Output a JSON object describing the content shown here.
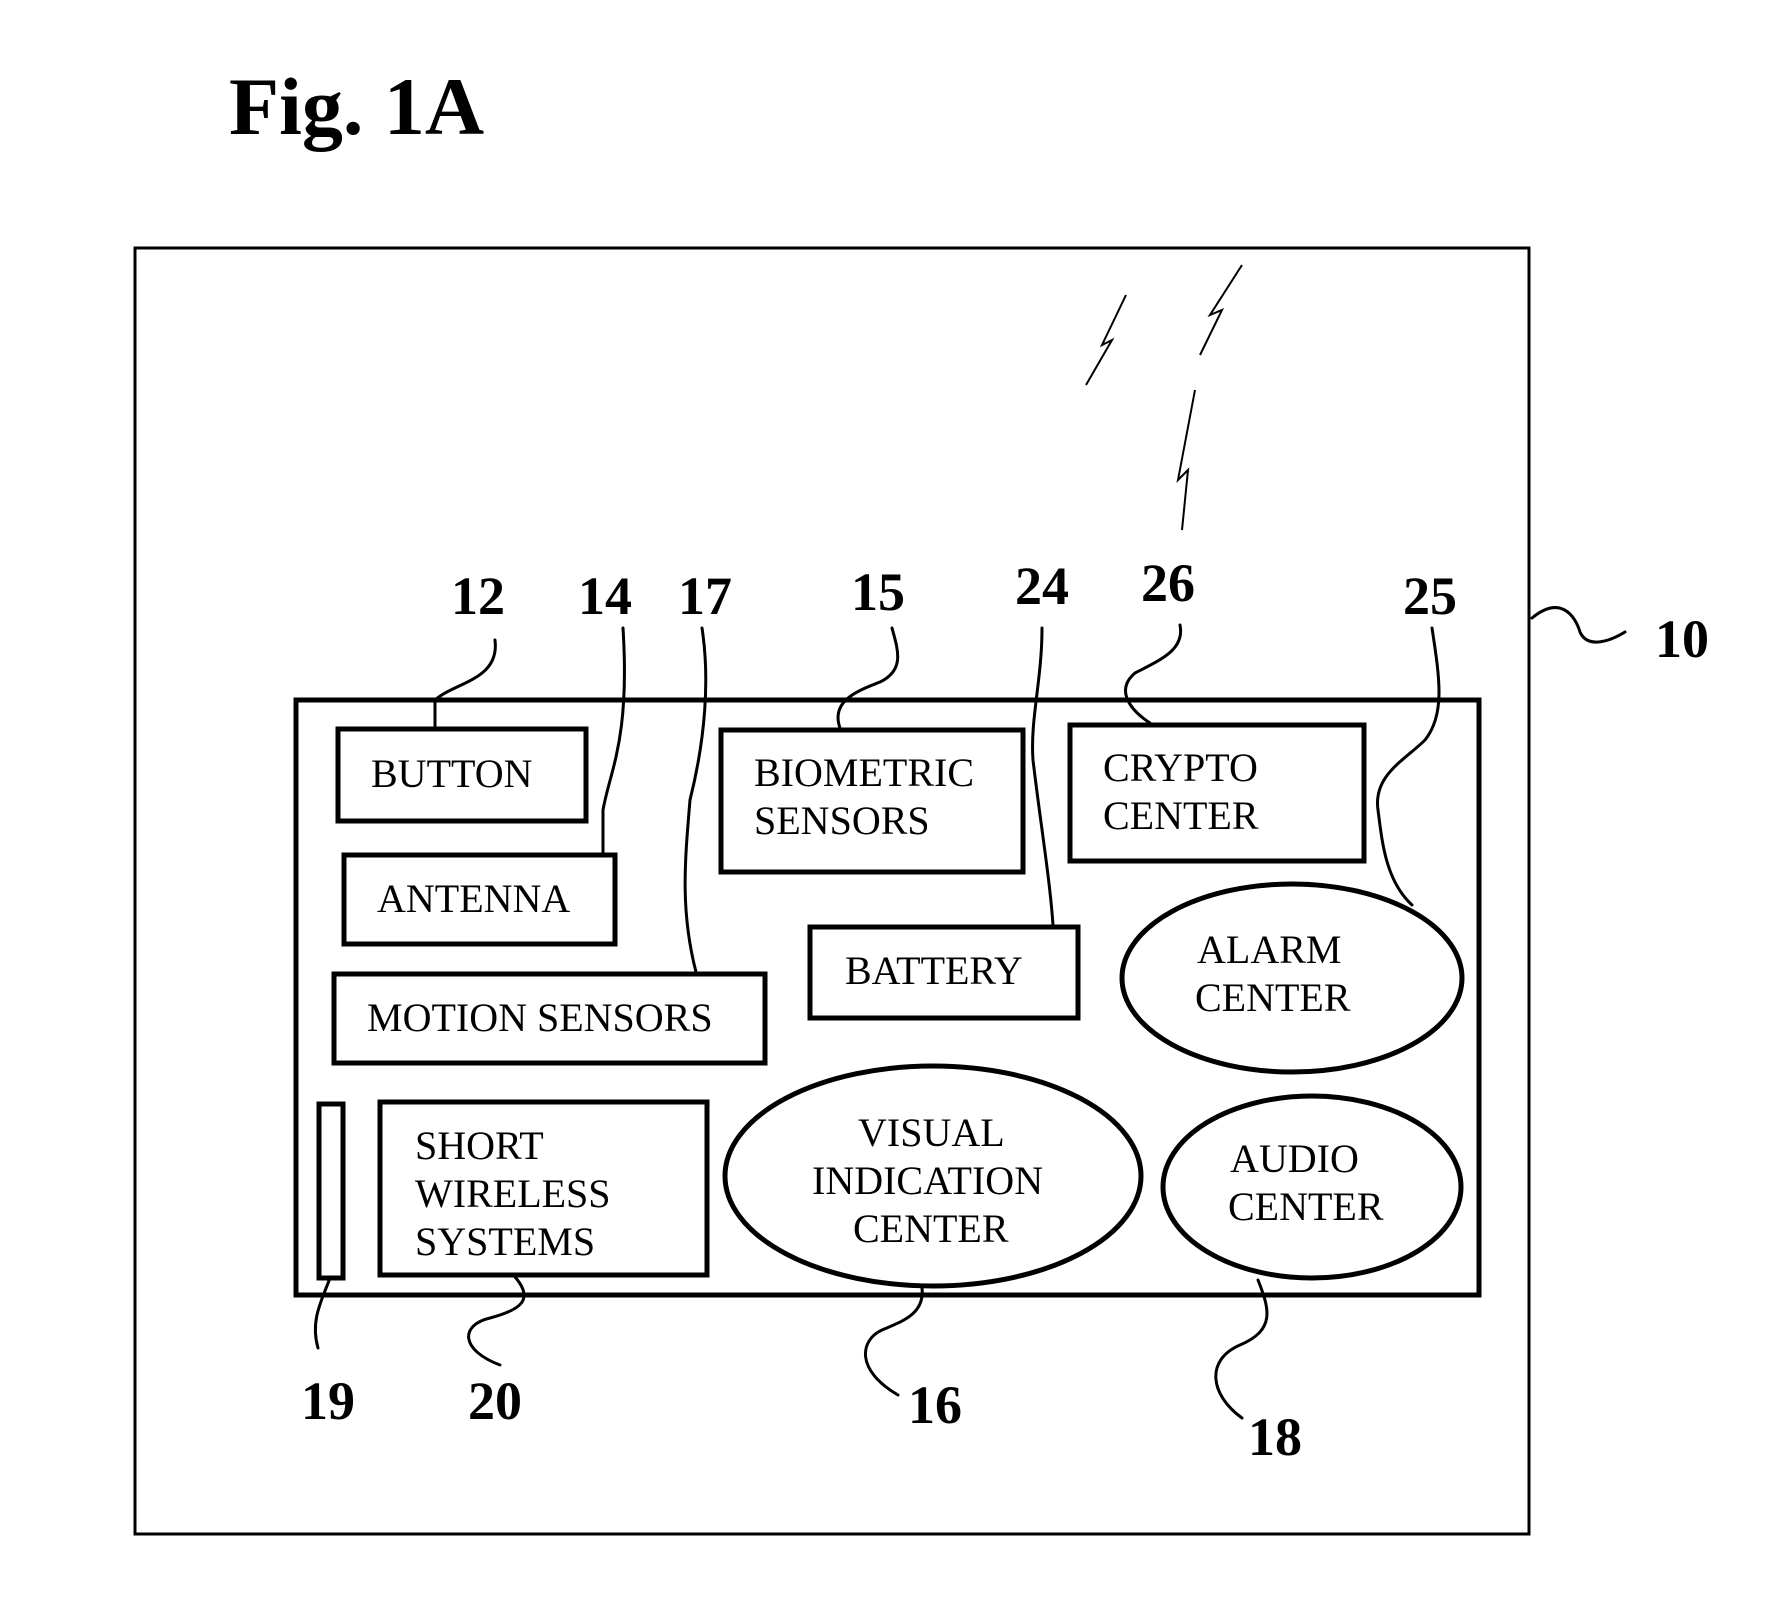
{
  "figure": {
    "title": "Fig. 1A"
  },
  "refs": {
    "device": "10",
    "button": "12",
    "antenna": "14",
    "biometric": "15",
    "visual": "16",
    "motion": "17",
    "audio": "18",
    "strip": "19",
    "short_wireless": "20",
    "battery": "24",
    "alarm": "25",
    "crypto": "26"
  },
  "components": {
    "button": {
      "lines": [
        "BUTTON"
      ]
    },
    "antenna": {
      "lines": [
        "ANTENNA"
      ]
    },
    "motion_sensors": {
      "lines": [
        "MOTION SENSORS"
      ]
    },
    "biometric_sensors": {
      "lines": [
        "BIOMETRIC",
        "SENSORS"
      ]
    },
    "crypto_center": {
      "lines": [
        "CRYPTO",
        "CENTER"
      ]
    },
    "battery": {
      "lines": [
        "BATTERY"
      ]
    },
    "alarm_center": {
      "lines": [
        "ALARM",
        "CENTER"
      ]
    },
    "short_wireless_systems": {
      "lines": [
        "SHORT",
        "WIRELESS",
        "SYSTEMS"
      ]
    },
    "visual_indication_center": {
      "lines": [
        "VISUAL",
        "INDICATION",
        "CENTER"
      ]
    },
    "audio_center": {
      "lines": [
        "AUDIO",
        "CENTER"
      ]
    }
  }
}
